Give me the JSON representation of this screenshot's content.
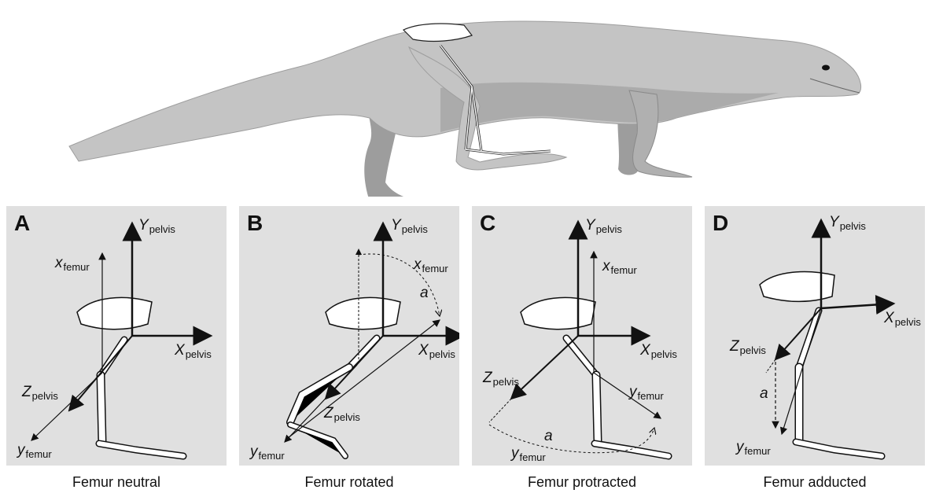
{
  "panels": [
    {
      "letter": "A",
      "caption": "Femur neutral",
      "axes": {
        "Y": {
          "var": "Y",
          "sub": "pelvis"
        },
        "X": {
          "var": "X",
          "sub": "pelvis"
        },
        "Z": {
          "var": "Z",
          "sub": "pelvis"
        },
        "x": {
          "var": "x",
          "sub": "femur"
        },
        "y": {
          "var": "y",
          "sub": "femur"
        }
      }
    },
    {
      "letter": "B",
      "caption": "Femur rotated",
      "angle": "a",
      "axes": {
        "Y": {
          "var": "Y",
          "sub": "pelvis"
        },
        "X": {
          "var": "X",
          "sub": "pelvis"
        },
        "Z": {
          "var": "Z",
          "sub": "pelvis"
        },
        "x": {
          "var": "x",
          "sub": "femur"
        },
        "y": {
          "var": "y",
          "sub": "femur"
        }
      }
    },
    {
      "letter": "C",
      "caption": "Femur protracted",
      "angle": "a",
      "axes": {
        "Y": {
          "var": "Y",
          "sub": "pelvis"
        },
        "X": {
          "var": "X",
          "sub": "pelvis"
        },
        "Z": {
          "var": "Z",
          "sub": "pelvis"
        },
        "x": {
          "var": "x",
          "sub": "femur"
        },
        "y": {
          "var": "y",
          "sub": "femur"
        }
      }
    },
    {
      "letter": "D",
      "caption": "Femur adducted",
      "angle": "a",
      "axes": {
        "Y": {
          "var": "Y",
          "sub": "pelvis"
        },
        "X": {
          "var": "X",
          "sub": "pelvis"
        },
        "Z": {
          "var": "Z",
          "sub": "pelvis"
        },
        "y": {
          "var": "y",
          "sub": "femur"
        }
      }
    }
  ],
  "colors": {
    "panel_bg": "#e0e0e0",
    "lizard_light": "#c4c4c4",
    "lizard_dark": "#9d9d9d",
    "bone": "#ffffff",
    "ink": "#111111"
  }
}
